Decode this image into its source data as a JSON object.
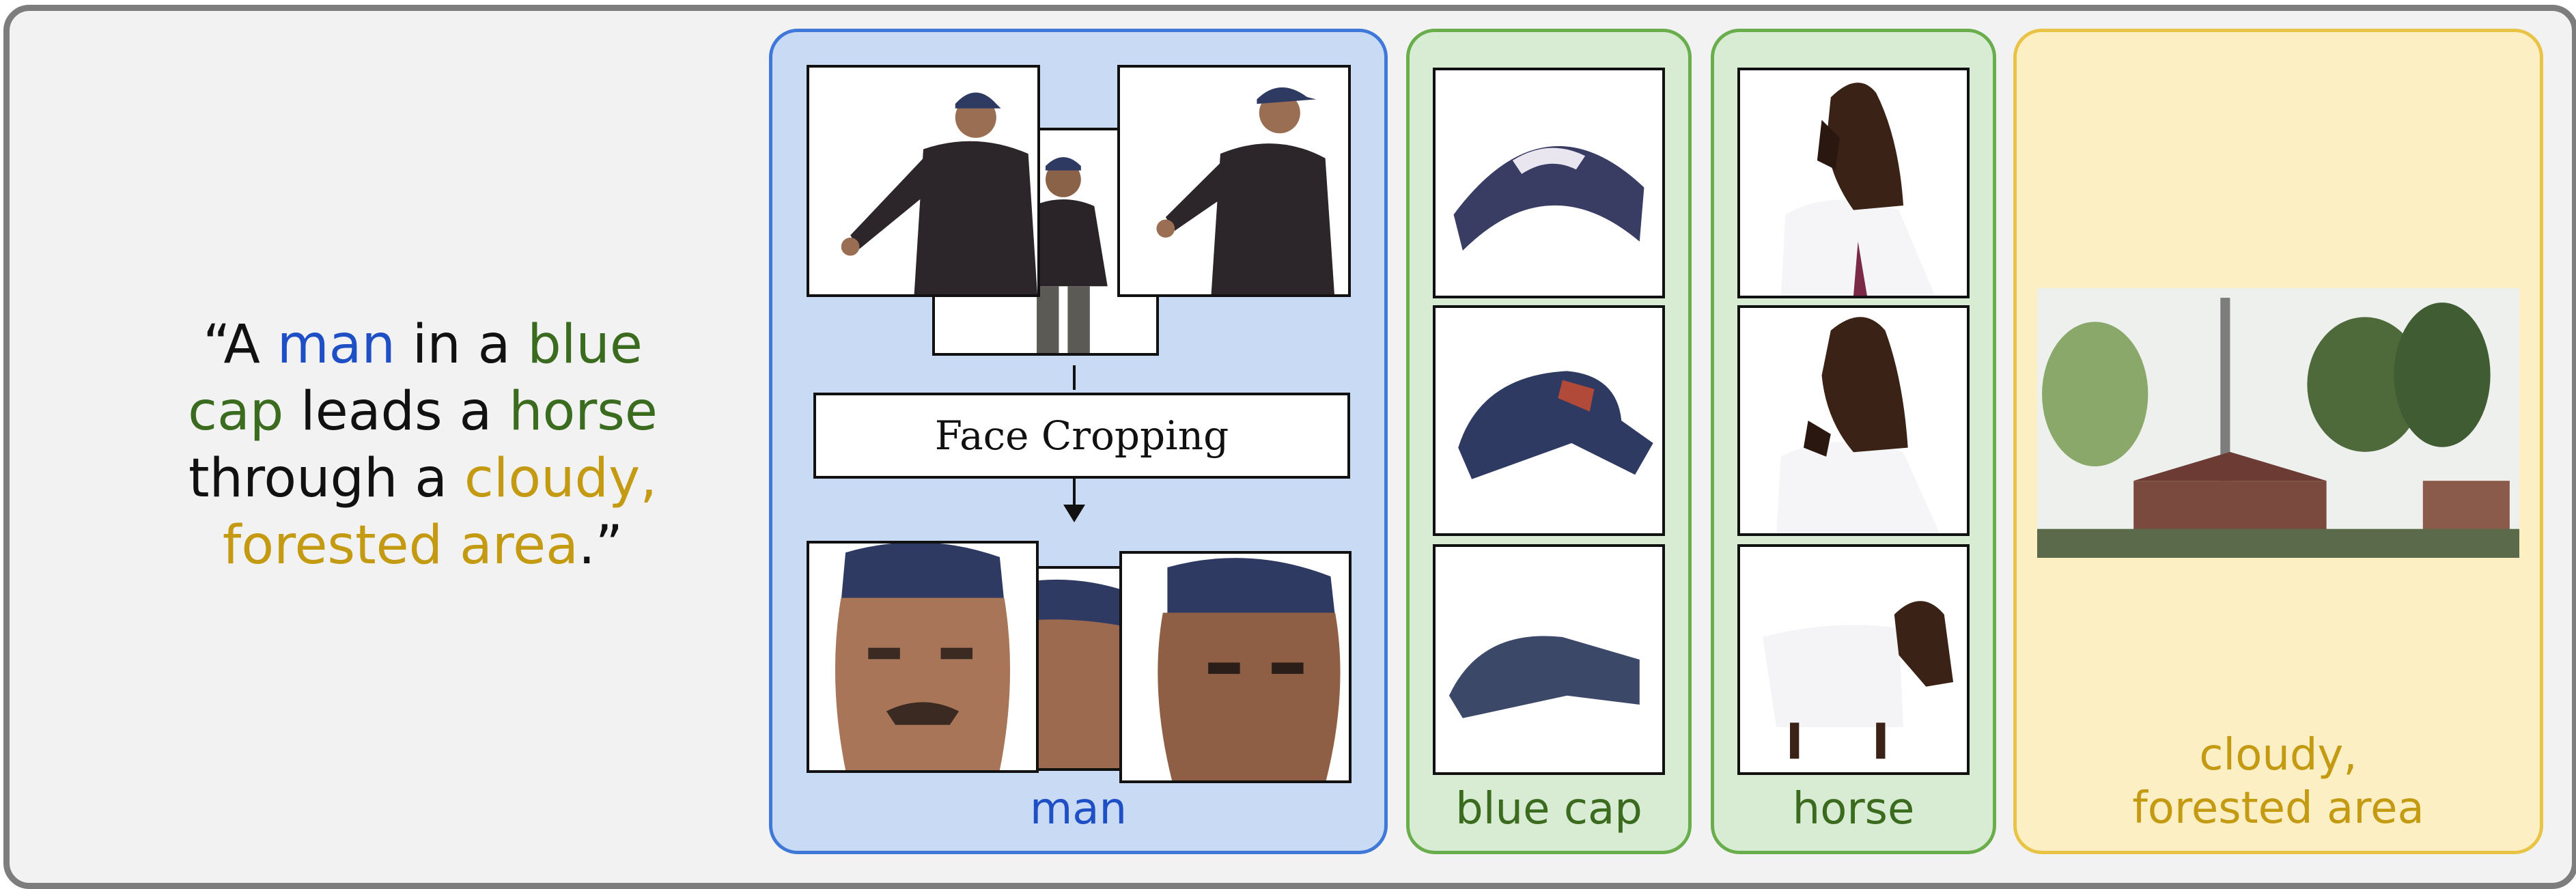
{
  "caption": {
    "open_quote": "“A ",
    "man": "man",
    "text_in_a": " in a ",
    "blue": "blue",
    "cap": "cap",
    "text_leads_a": " leads a ",
    "horse": "horse",
    "text_through_a": "through a ",
    "cloudy": "cloudy,",
    "forested_area": "forested area",
    "close_quote": ".”"
  },
  "panels": {
    "man": {
      "label": "man",
      "process_label": "Face Cropping"
    },
    "blue_cap": {
      "label": "blue cap"
    },
    "horse": {
      "label": "horse"
    },
    "area": {
      "label_line1": "cloudy,",
      "label_line2": "forested area"
    }
  },
  "colors": {
    "man": "#1f4fc4",
    "blue_cap": "#3b6b1e",
    "horse": "#3b6b1e",
    "area": "#c49a12",
    "man_panel_bg": "#c9daf5",
    "green_panel_bg": "#d8ebd3",
    "area_panel_bg": "#fcefc3"
  }
}
